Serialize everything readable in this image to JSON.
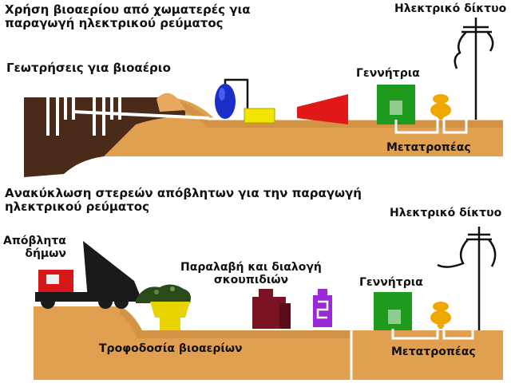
{
  "top_panel": {
    "title_line1": "Χρήση βιοαερίου από χωματερές για",
    "title_line2": "παραγωγή ηλεκτρικού ρεύματος",
    "wells_label": "Γεωτρήσεις για βιοαέριο",
    "generator_label": "Γεννήτρια",
    "grid_label": "Ηλεκτρικό δίκτυο",
    "converter_label": "Μετατροπέας"
  },
  "bottom_panel": {
    "title_line1": "Ανακύκλωση στερεών απόβλητων για την παραγωγή",
    "title_line2": "ηλεκτρικού ρεύματος",
    "grid_label": "Ηλεκτρικό δίκτυο",
    "waste_line1": "Απόβλητα",
    "waste_line2": "δήμων",
    "reception_line1": "Παραλαβή και διαλογή",
    "reception_line2": "σκουπιδιών",
    "generator_label": "Γεννήτρια",
    "feed_label": "Τροφοδοσία βιοαερίων",
    "converter_label": "Μετατροπέας"
  },
  "colors": {
    "ground": "#e0a050",
    "ground_dark": "#b8742c",
    "landfill_dark": "#4a2a18",
    "pipe": "#ffffff",
    "tank_blue": "#1a2fc8",
    "compressor_yellow": "#f2e600",
    "turbine_red": "#e01818",
    "generator_green": "#1e9a1e",
    "converter_orange": "#f0a800",
    "truck_red": "#d81818",
    "reception_maroon": "#7a1424",
    "separator_purple": "#9a2ad8",
    "hopper_yellow": "#e8d400",
    "garbage_green": "#2a4a1a"
  }
}
